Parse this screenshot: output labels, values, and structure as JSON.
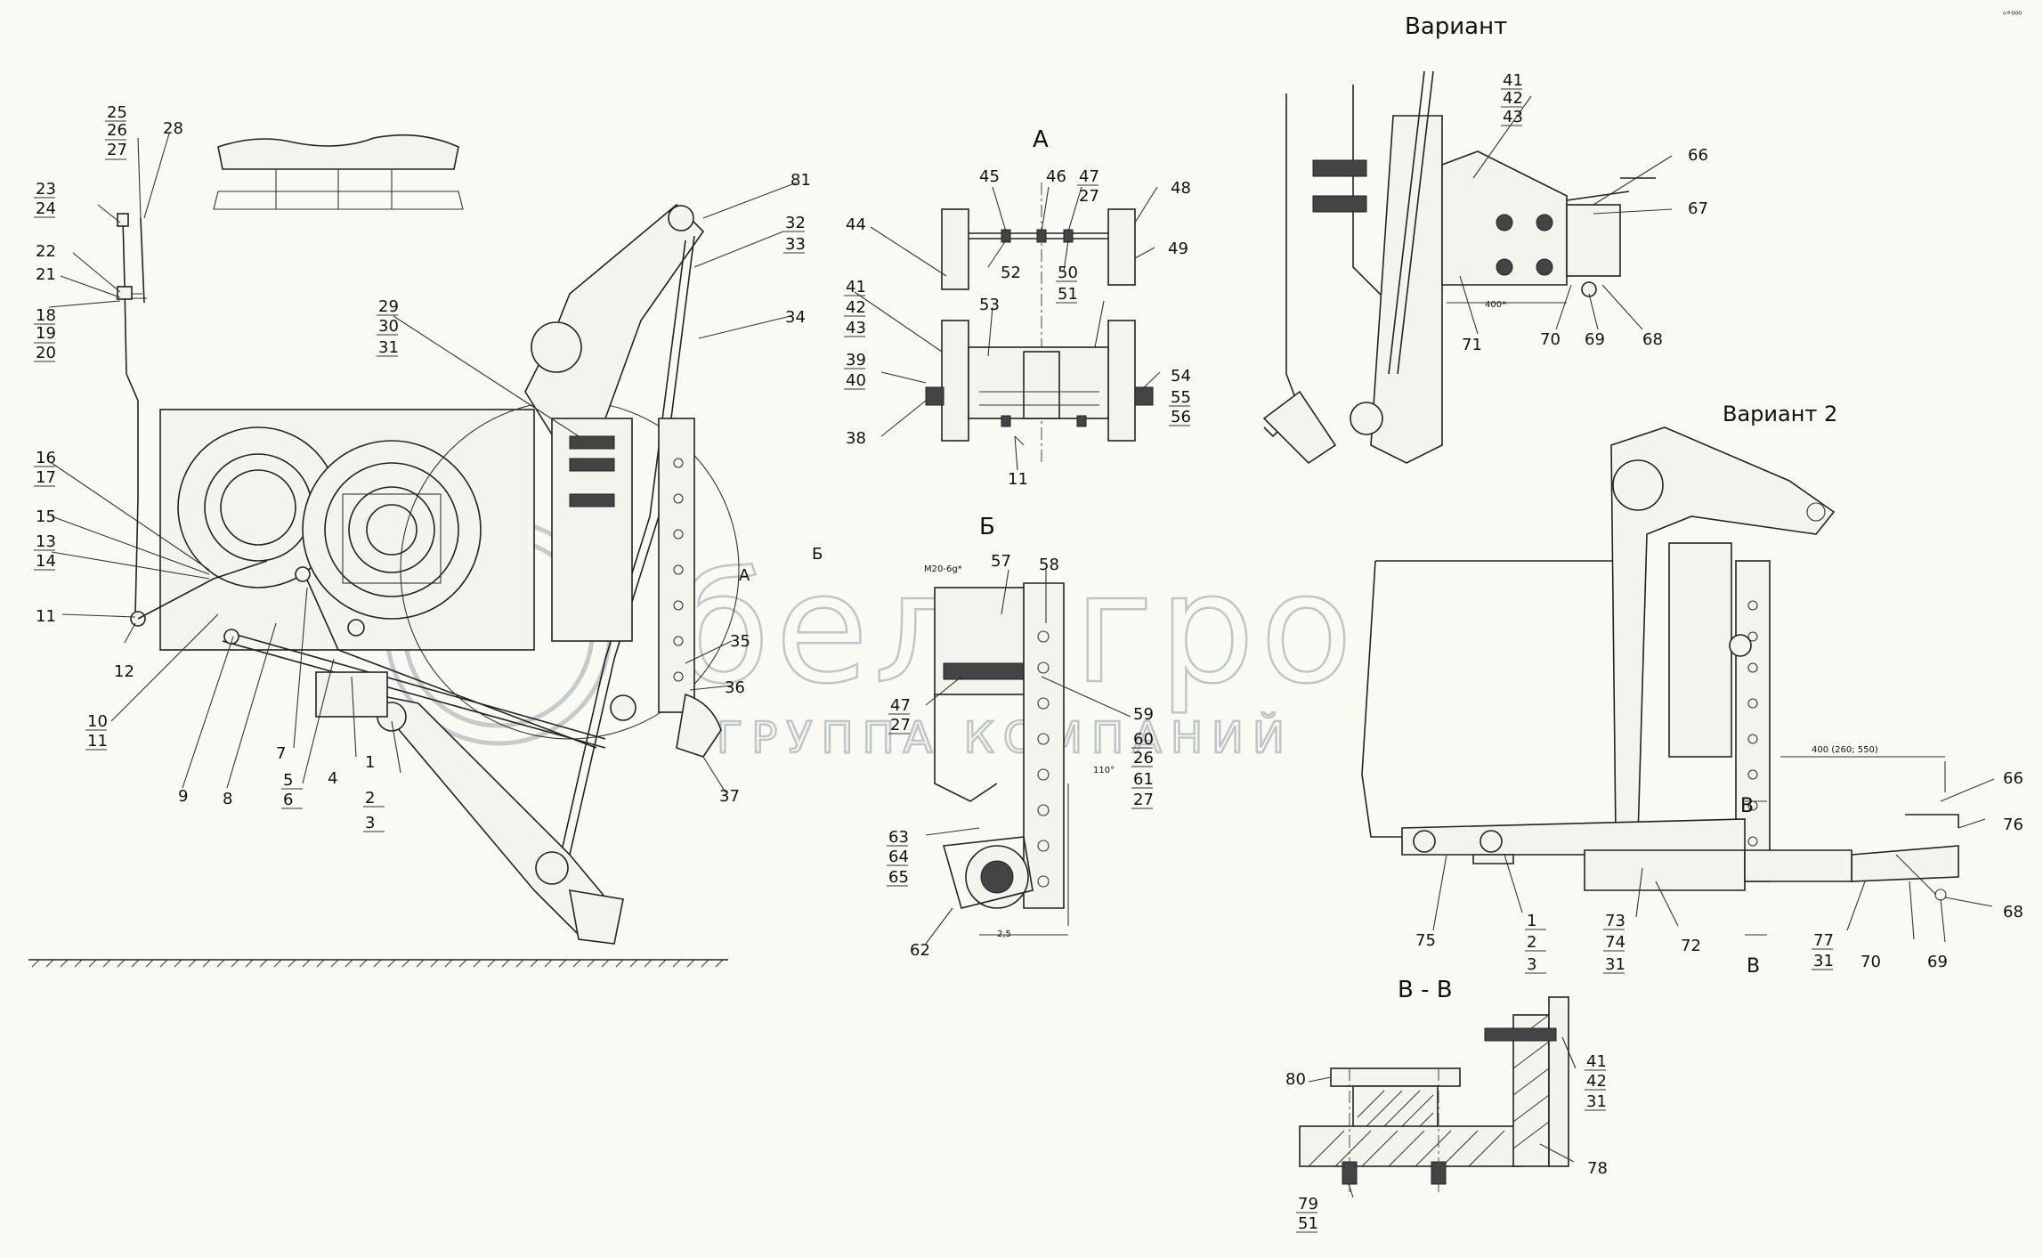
{
  "watermark": {
    "brand": "белагро",
    "tagline": "ГРУППА КОМПАНИЙ"
  },
  "view_titles": {
    "view_a": "А",
    "view_b": "Б",
    "variant": "Вариант",
    "variant_2": "Вариант 2",
    "section_vv": "В - В",
    "mark_b_top": "В",
    "mark_b_bottom": "В",
    "cut_a": "А",
    "cut_b": "Б"
  },
  "dimensions": {
    "thread": "М20-6g*",
    "angle": "110°",
    "gap": "2,5",
    "variant_dim": "400*",
    "variant2_dim": "400 (260; 550)"
  },
  "labels": {
    "l25": "25",
    "l26": "26",
    "l27": "27",
    "l28": "28",
    "l23": "23",
    "l24": "24",
    "l22": "22",
    "l21": "21",
    "l18": "18",
    "l19": "19",
    "l20": "20",
    "l16": "16",
    "l17": "17",
    "l15": "15",
    "l13": "13",
    "l14": "14",
    "l11": "11",
    "l12": "12",
    "l10": "10",
    "l11b": "11",
    "l9": "9",
    "l8": "8",
    "l7": "7",
    "l5": "5",
    "l6": "6",
    "l4": "4",
    "l1": "1",
    "l2": "2",
    "l3": "3",
    "l29": "29",
    "l30": "30",
    "l31": "31",
    "l81": "81",
    "l32": "32",
    "l33": "33",
    "l34": "34",
    "l35": "35",
    "l36": "36",
    "l37": "37",
    "a45": "45",
    "a46": "46",
    "a47": "47",
    "a27": "27",
    "a48": "48",
    "a44": "44",
    "a52": "52",
    "a50": "50",
    "a51": "51",
    "a49": "49",
    "a41": "41",
    "a42": "42",
    "a43": "43",
    "a53": "53",
    "a39": "39",
    "a40": "40",
    "a38": "38",
    "a54": "54",
    "a55": "55",
    "a56": "56",
    "a11": "11",
    "b57": "57",
    "b58": "58",
    "b47": "47",
    "b27": "27",
    "b59": "59",
    "b60": "60",
    "b26": "26",
    "b61": "61",
    "b27b": "27",
    "b63": "63",
    "b64": "64",
    "b65": "65",
    "b62": "62",
    "v41": "41",
    "v42": "42",
    "v43": "43",
    "v66": "66",
    "v67": "67",
    "v71": "71",
    "v70": "70",
    "v69": "69",
    "v68": "68",
    "w66": "66",
    "w76": "76",
    "w68": "68",
    "w75": "75",
    "w1": "1",
    "w2": "2",
    "w3": "3",
    "w73": "73",
    "w74": "74",
    "w31": "31",
    "w72": "72",
    "w77": "77",
    "w31b": "31",
    "w70": "70",
    "w69": "69",
    "s80": "80",
    "s41": "41",
    "s42": "42",
    "s31": "31",
    "s78": "78",
    "s79": "79",
    "s51": "51"
  },
  "corner_mark": "ᵒ°⁰⁰⁰"
}
